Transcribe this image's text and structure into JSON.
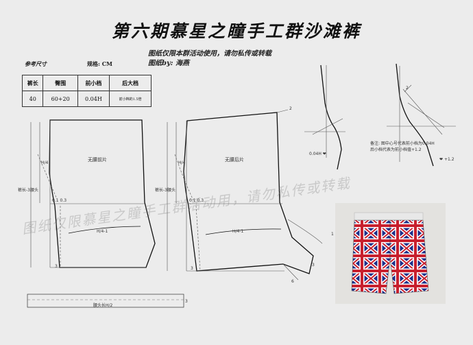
{
  "title": "第六期慕星之瞳手工群沙滩裤",
  "notice": "图纸仅限本群活动使用，请勿私传或转载",
  "author": "图纸by: 海燕",
  "spec": {
    "caption": "参考尺寸",
    "unit": "规格: CM",
    "headers": [
      "裤长",
      "臀围",
      "前小档",
      "后大档"
    ],
    "values": [
      "40",
      "60+20",
      "0.04H",
      "前小档的1.5倍"
    ]
  },
  "front": {
    "label": "无腰前片",
    "h4": "H/4",
    "length": "裤长-3腰头",
    "h4_1": "H/4-1",
    "offset": "0.1",
    "offset2": "0.3",
    "hem": "3"
  },
  "back": {
    "label": "无腰后片",
    "h4": "H/4",
    "length": "裤长-3腰头",
    "h4_1": "H/4-1",
    "rise": "2",
    "offset": "0.1",
    "offset2": "0.3",
    "hem": "3",
    "hem_right": "3",
    "leg": "6",
    "one": "1"
  },
  "waistband": {
    "label": "腰头长H/2",
    "height": "3"
  },
  "crotch": {
    "note_line1": "备注: 图中心号代表前小档为0.04H",
    "note_line2": "后小档代表为前小档值+1.2",
    "front_mark": "0.04H",
    "back_mark": "+1.2",
    "two": "2"
  },
  "watermark": "图纸仅限慕星之瞳手工群活动用，请勿私传或转载",
  "colors": {
    "line": "#111111",
    "flag_red": "#c8202e",
    "flag_blue": "#1d2f8a"
  }
}
